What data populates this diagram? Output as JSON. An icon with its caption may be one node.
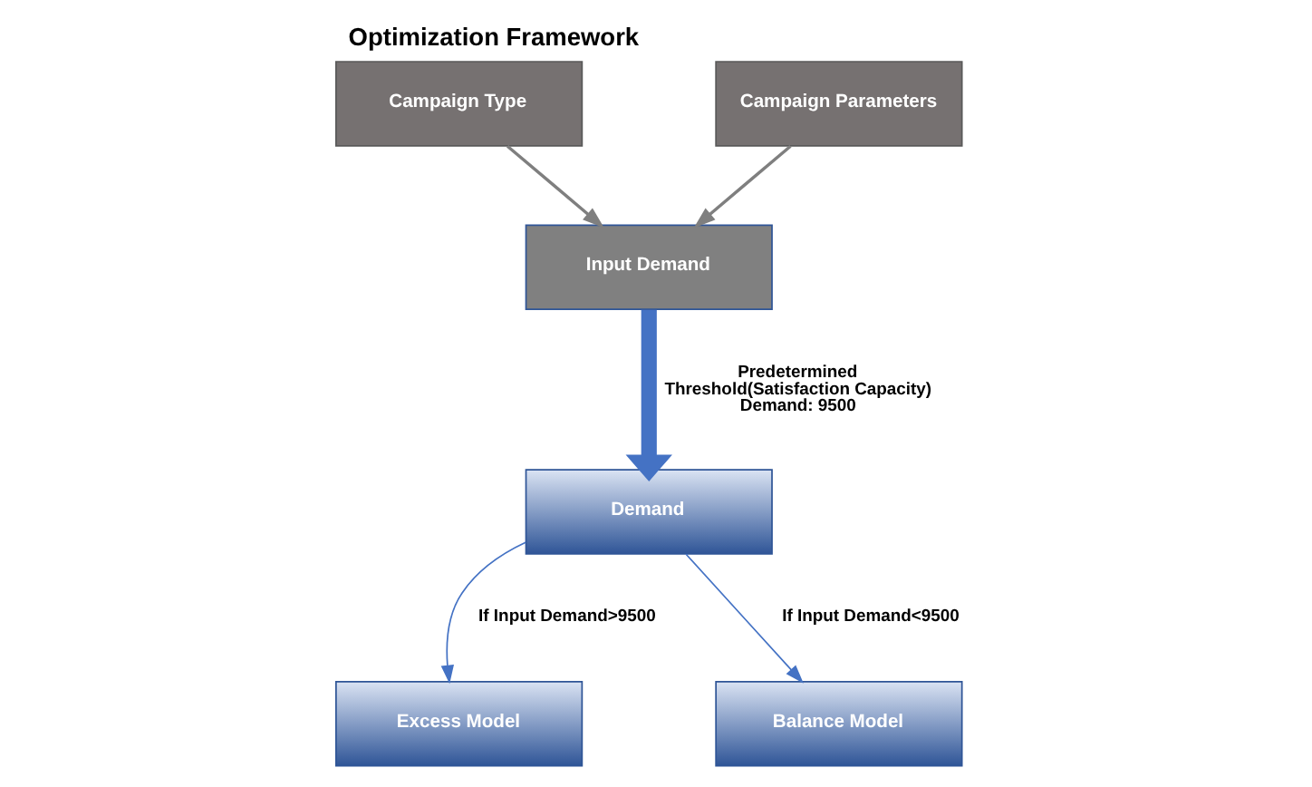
{
  "diagram": {
    "title": "Optimization Framework",
    "nodes": [
      {
        "text": [
          "Campaign Type"
        ]
      },
      {
        "text": [
          "Campaign Parameters"
        ]
      },
      {
        "text": [
          "Input Demand"
        ]
      },
      {
        "text": [
          "Demand"
        ]
      },
      {
        "text": [
          "Excess Model"
        ]
      },
      {
        "text": [
          "Balance Model"
        ]
      }
    ],
    "edges": [
      {
        "from": 0,
        "to": 2,
        "arrow": "to",
        "color": "#7f7f7f"
      },
      {
        "from": 1,
        "to": 2,
        "arrow": "to",
        "color": "#7f7f7f"
      },
      {
        "from": 2,
        "to": 3,
        "arrow": "to",
        "style": "thick",
        "label": "Predetermined Threshold(Satisfaction Capacity) Demand: 9500"
      },
      {
        "from": 3,
        "to": 4,
        "arrow": "to",
        "label": "If Input Demand>9500"
      },
      {
        "from": 3,
        "to": 5,
        "arrow": "to",
        "label": "If Input Demand<9500"
      }
    ]
  }
}
